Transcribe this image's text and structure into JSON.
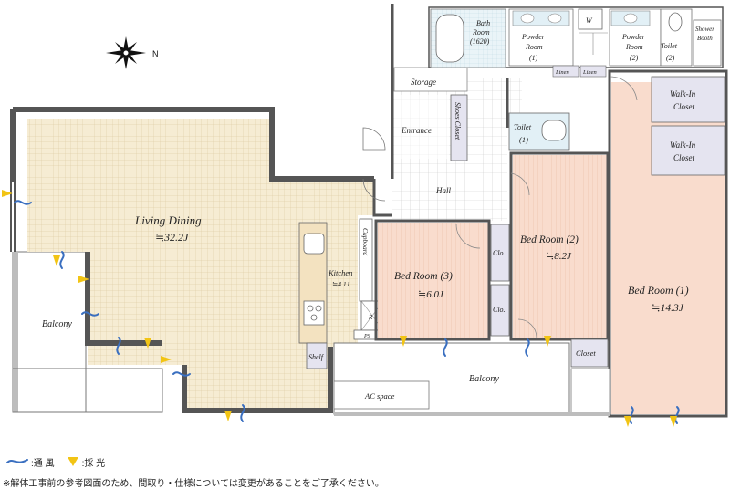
{
  "compass": {
    "north": "N"
  },
  "rooms": {
    "living_dining": {
      "name": "Living Dining",
      "size": "≒32.2J"
    },
    "kitchen": {
      "name": "Kitchen",
      "size": "≒4.1J"
    },
    "cupboard": "Cupboard",
    "shelf": "Shelf",
    "balcony_left": "Balcony",
    "balcony_bottom": "Balcony",
    "ac_space": "AC space",
    "storage": "Storage",
    "entrance": "Entrance",
    "shoes_closet": "Shoes Closet",
    "hall": "Hall",
    "bath": {
      "name": "Bath",
      "name2": "Room",
      "size": "(1620)"
    },
    "powder1": {
      "name": "Powder",
      "name2": "Room",
      "num": "(1)"
    },
    "washer": "W",
    "linen1": "Linen",
    "linen2": "Linen",
    "powder2": {
      "name": "Powder",
      "name2": "Room",
      "num": "(2)"
    },
    "toilet2": {
      "name": "Toilet",
      "num": "(2)"
    },
    "shower": {
      "name": "Shower",
      "name2": "Booth"
    },
    "toilet1": {
      "name": "Toilet",
      "num": "(1)"
    },
    "walkin1": {
      "name": "Walk-In",
      "name2": "Closet"
    },
    "walkin2": {
      "name": "Walk-In",
      "name2": "Closet"
    },
    "bed3": {
      "name": "Bed Room (3)",
      "size": "≒6.0J"
    },
    "bed2": {
      "name": "Bed Room (2)",
      "size": "≒8.2J"
    },
    "bed1": {
      "name": "Bed Room (1)",
      "size": "≒14.3J"
    },
    "clo1": "Clo.",
    "clo2": "Clo.",
    "closet": "Closet",
    "r_mark": "R",
    "ps_mark": "PS"
  },
  "legend": {
    "ventilation": ":通 風",
    "daylight": ":採 光"
  },
  "note": "※解体工事前の参考図面のため、間取り・仕様については変更があることをご了承ください。",
  "colors": {
    "ldk_floor": "#f6ecd3",
    "ldk_grid": "#d9c49a",
    "tile_grid": "#c9c9c9",
    "bed_floor": "#f9dccd",
    "bed_stripe": "#e9b9a0",
    "closet_fill": "#e5e4f0",
    "wet_fill": "#e2f0f6",
    "wall": "#555555",
    "wind": "#3a6fc0",
    "light": "#f2c414"
  }
}
